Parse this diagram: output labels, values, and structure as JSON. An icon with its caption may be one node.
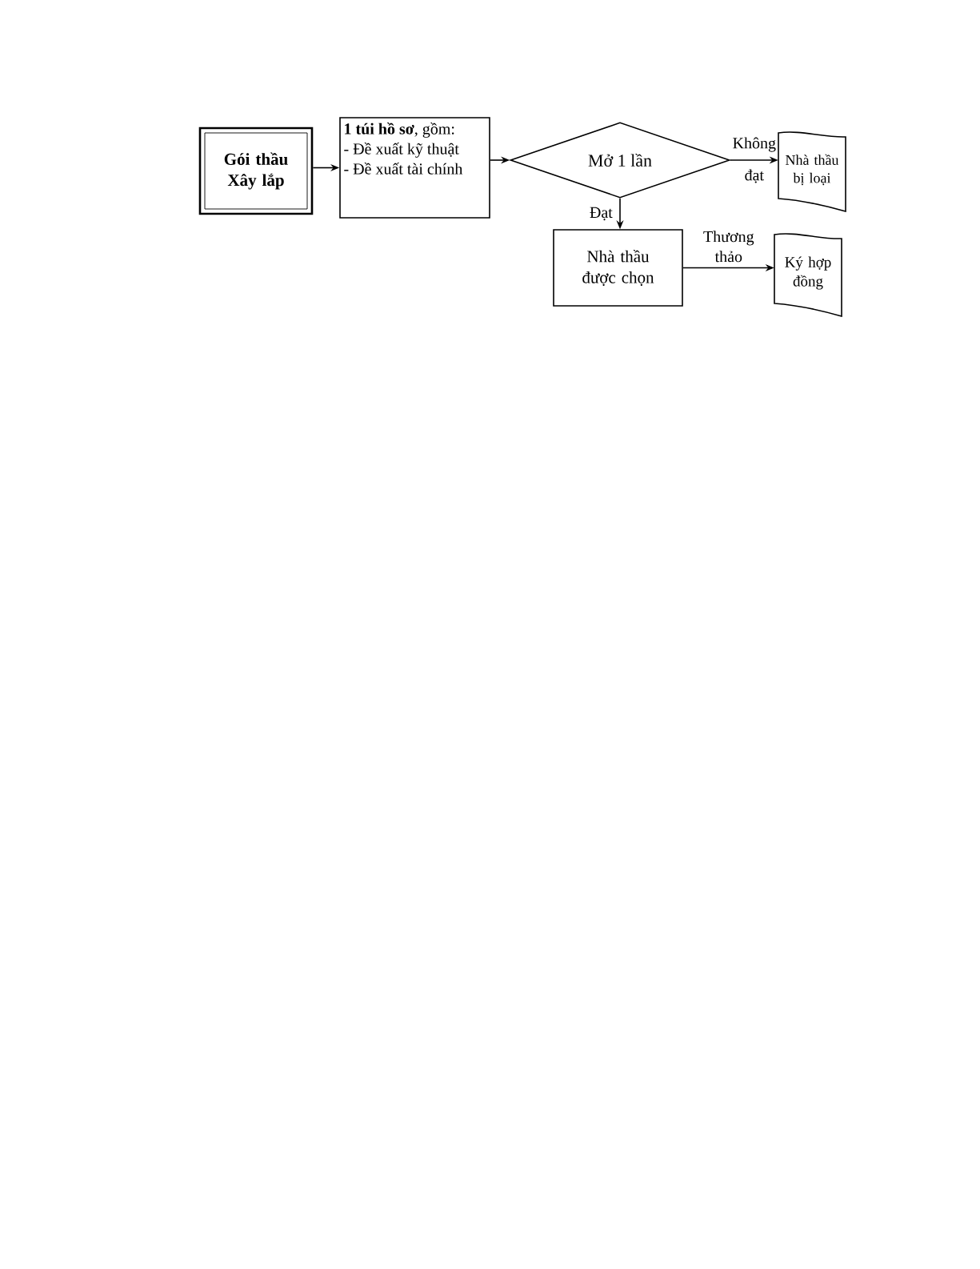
{
  "diagram": {
    "nodes": [
      {
        "text": [
          "Gói thầu Xây lắp"
        ]
      },
      {
        "text": [
          "**1 túi hồ sơ**, gồm:",
          "- Đề xuất kỹ thuật",
          "- Đề xuất tài chính"
        ]
      },
      {
        "text": [
          "Mở 1 lần"
        ]
      },
      {
        "text": [
          "Nhà thầu bị loại"
        ]
      },
      {
        "text": [
          "Nhà thầu được chọn"
        ]
      },
      {
        "text": [
          "Ký hợp đồng"
        ]
      }
    ],
    "edges": [
      {
        "from": 0,
        "to": 1,
        "arrow": "to"
      },
      {
        "from": 1,
        "to": 2,
        "arrow": "to"
      },
      {
        "from": 2,
        "to": 3,
        "arrow": "to",
        "label": "Không đạt"
      },
      {
        "from": 2,
        "to": 4,
        "arrow": "to",
        "label": "Đạt"
      },
      {
        "from": 4,
        "to": 5,
        "arrow": "to",
        "label": "Thương thảo"
      }
    ]
  }
}
